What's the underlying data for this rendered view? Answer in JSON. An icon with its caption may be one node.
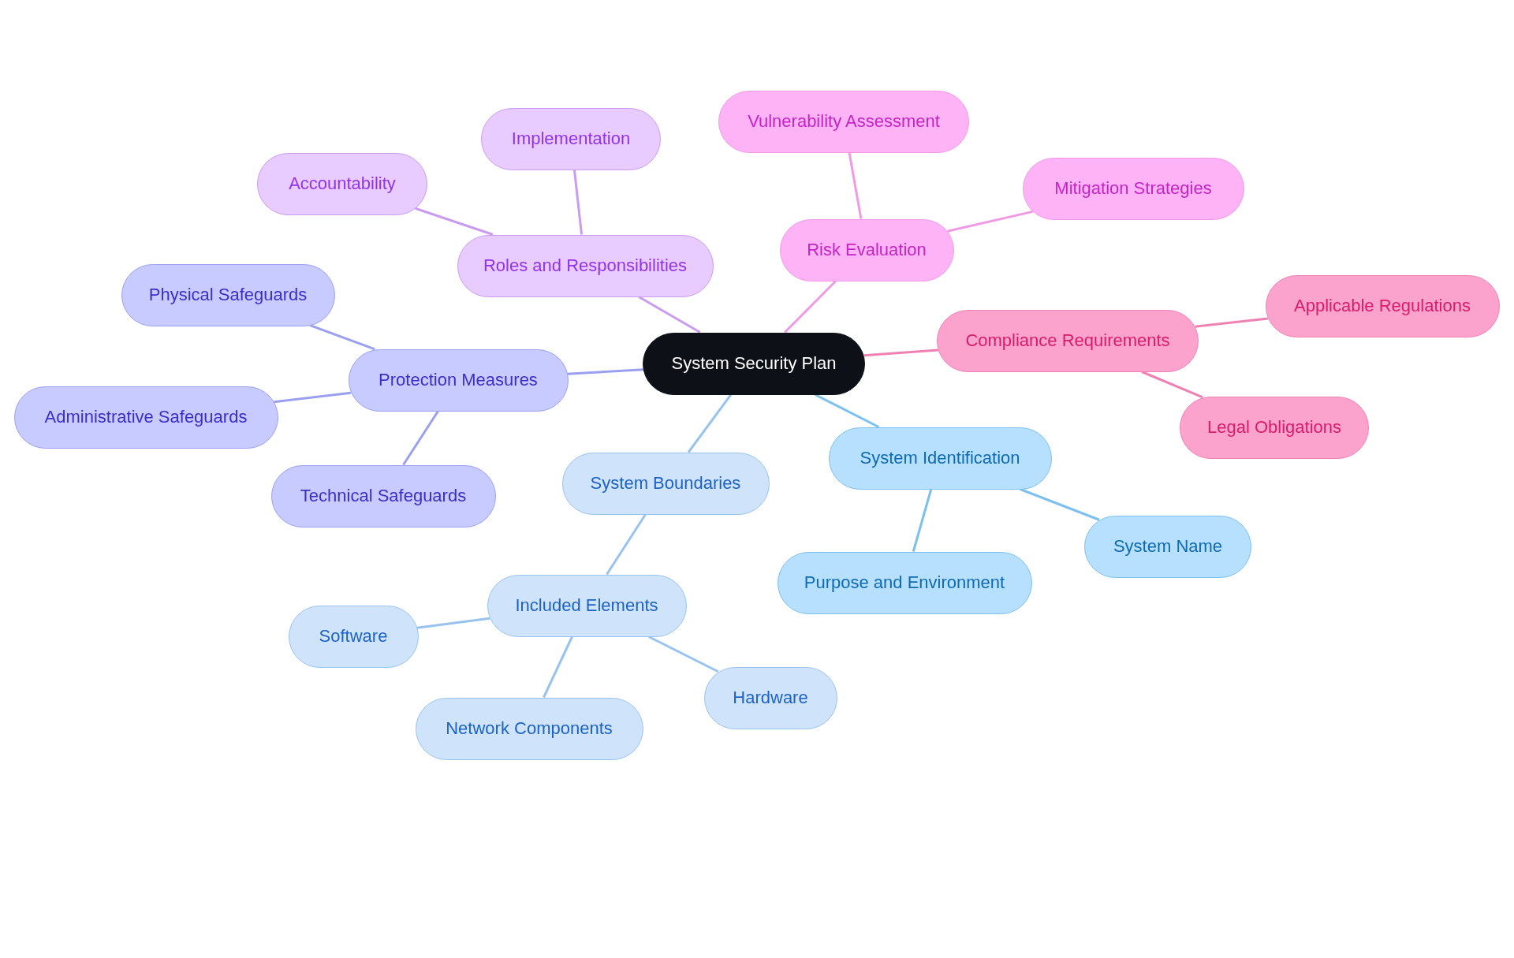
{
  "diagram": {
    "nodes": [
      {
        "text": [
          "System Security Plan"
        ]
      },
      {
        "text": [
          "System Identification"
        ]
      },
      {
        "text": [
          "System Name"
        ]
      },
      {
        "text": [
          "Purpose and Environment"
        ]
      },
      {
        "text": [
          "System Boundaries"
        ]
      },
      {
        "text": [
          "Included Elements"
        ]
      },
      {
        "text": [
          "Software"
        ]
      },
      {
        "text": [
          "Network Components"
        ]
      },
      {
        "text": [
          "Hardware"
        ]
      },
      {
        "text": [
          "Protection Measures"
        ]
      },
      {
        "text": [
          "Physical Safeguards"
        ]
      },
      {
        "text": [
          "Administrative Safeguards"
        ]
      },
      {
        "text": [
          "Technical Safeguards"
        ]
      },
      {
        "text": [
          "Roles and Responsibilities"
        ]
      },
      {
        "text": [
          "Accountability"
        ]
      },
      {
        "text": [
          "Implementation"
        ]
      },
      {
        "text": [
          "Risk Evaluation"
        ]
      },
      {
        "text": [
          "Vulnerability Assessment"
        ]
      },
      {
        "text": [
          "Mitigation Strategies"
        ]
      },
      {
        "text": [
          "Compliance Requirements"
        ]
      },
      {
        "text": [
          "Applicable Regulations"
        ]
      },
      {
        "text": [
          "Legal Obligations"
        ]
      }
    ],
    "edges": [
      {
        "from": 0,
        "to": 1,
        "arrow": "none",
        "color": "#7cc0ef"
      },
      {
        "from": 1,
        "to": 2,
        "arrow": "none",
        "color": "#7cc0ef"
      },
      {
        "from": 1,
        "to": 3,
        "arrow": "none",
        "color": "#7cc0ef"
      },
      {
        "from": 0,
        "to": 4,
        "arrow": "none",
        "color": "#98c3ef"
      },
      {
        "from": 4,
        "to": 5,
        "arrow": "none",
        "color": "#98c3ef"
      },
      {
        "from": 5,
        "to": 6,
        "arrow": "none",
        "color": "#98c3ef"
      },
      {
        "from": 5,
        "to": 7,
        "arrow": "none",
        "color": "#98c3ef"
      },
      {
        "from": 5,
        "to": 8,
        "arrow": "none",
        "color": "#98c3ef"
      },
      {
        "from": 0,
        "to": 9,
        "arrow": "none",
        "color": "#9a9ff0"
      },
      {
        "from": 9,
        "to": 10,
        "arrow": "none",
        "color": "#9a9ff0"
      },
      {
        "from": 9,
        "to": 11,
        "arrow": "none",
        "color": "#9a9ff0"
      },
      {
        "from": 9,
        "to": 12,
        "arrow": "none",
        "color": "#9a9ff0"
      },
      {
        "from": 0,
        "to": 13,
        "arrow": "none",
        "color": "#c99cf0"
      },
      {
        "from": 13,
        "to": 14,
        "arrow": "none",
        "color": "#c99cf0"
      },
      {
        "from": 13,
        "to": 15,
        "arrow": "none",
        "color": "#c99cf0"
      },
      {
        "from": 0,
        "to": 16,
        "arrow": "none",
        "color": "#f09ae6"
      },
      {
        "from": 16,
        "to": 17,
        "arrow": "none",
        "color": "#f09ae6"
      },
      {
        "from": 16,
        "to": 18,
        "arrow": "none",
        "color": "#f09ae6"
      },
      {
        "from": 0,
        "to": 19,
        "arrow": "none",
        "color": "#ef80b4"
      },
      {
        "from": 19,
        "to": 20,
        "arrow": "none",
        "color": "#ef80b4"
      },
      {
        "from": 19,
        "to": 21,
        "arrow": "none",
        "color": "#ef80b4"
      }
    ]
  }
}
